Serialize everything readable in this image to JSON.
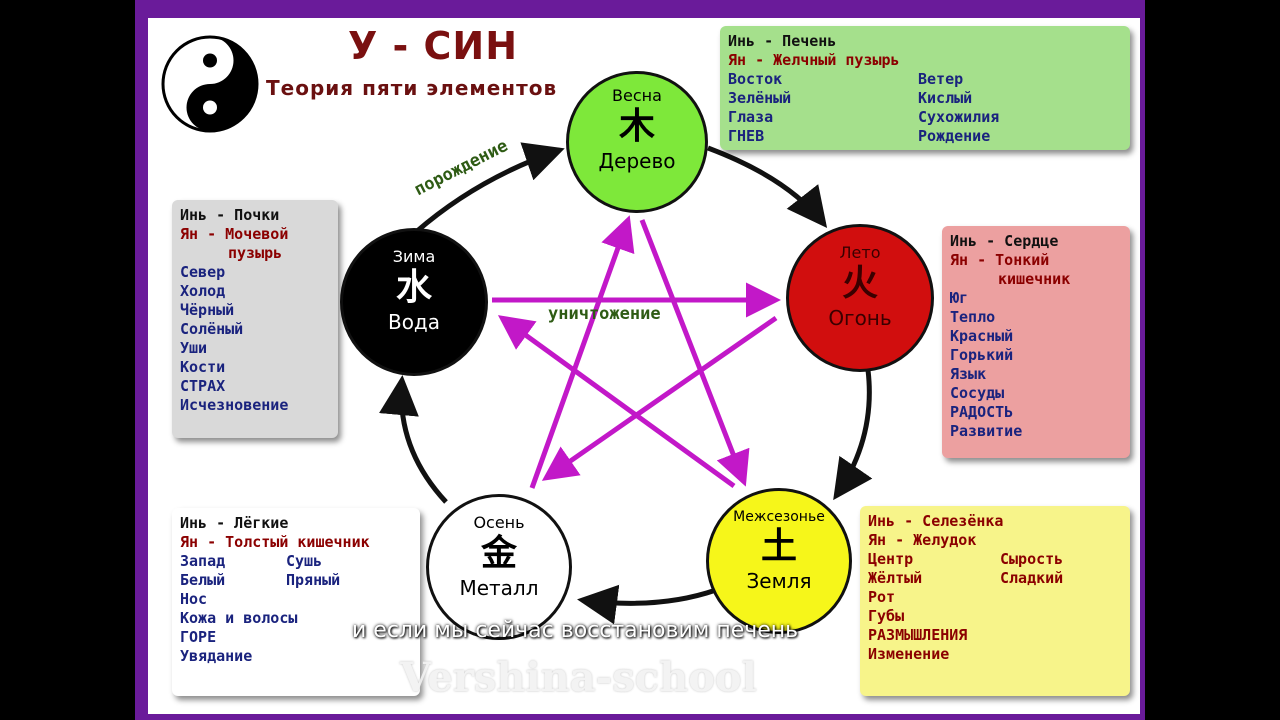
{
  "header": {
    "title": "У - СИН",
    "subtitle": "Теория пяти элементов"
  },
  "cycle_labels": {
    "generation": "порождение",
    "destruction": "уничтожение"
  },
  "elements": {
    "wood": {
      "season": "Весна",
      "glyph": "木",
      "name": "Дерево",
      "color": "#7ee83a"
    },
    "fire": {
      "season": "Лето",
      "glyph": "火",
      "name": "Огонь",
      "color": "#d10e0e"
    },
    "earth": {
      "season": "Межсезонье",
      "glyph": "土",
      "name": "Земля",
      "color": "#f6f61a"
    },
    "metal": {
      "season": "Осень",
      "glyph": "金",
      "name": "Металл",
      "color": "#ffffff"
    },
    "water": {
      "season": "Зима",
      "glyph": "水",
      "name": "Вода",
      "color": "#000000"
    }
  },
  "panels": {
    "wood": {
      "yin": "Инь - Печень",
      "yan": "Ян - Желчный пузырь",
      "left": [
        "Восток",
        "Зелёный",
        "Глаза",
        "ГНЕВ"
      ],
      "right": [
        "Ветер",
        "Кислый",
        "Сухожилия",
        "Рождение"
      ],
      "bg": "#a5e08c"
    },
    "fire": {
      "yin": "Инь - Сердце",
      "yan_line1": "Ян - Тонкий",
      "yan_line2": "кишечник",
      "items": [
        "Юг",
        "Тепло",
        "Красный",
        "Горький",
        "Язык",
        "Сосуды",
        "РАДОСТЬ",
        "Развитие"
      ],
      "bg": "#eca0a0"
    },
    "earth": {
      "yin": "Инь - Селезёнка",
      "yan": "Ян - Желудок",
      "left": [
        "Центр",
        "Жёлтый",
        "Рот",
        "Губы"
      ],
      "right": [
        "Сырость",
        "Сладкий"
      ],
      "items": [
        "РАЗМЫШЛЕНИЯ",
        "Изменение"
      ],
      "bg": "#f7f48a"
    },
    "metal": {
      "yin": "Инь - Лёгкие",
      "yan": "Ян - Толстый кишечник",
      "left": [
        "Запад",
        "Белый"
      ],
      "right": [
        "Сушь",
        "Пряный"
      ],
      "items": [
        "Нос",
        "Кожа и волосы",
        "ГОРЕ",
        "Увядание"
      ],
      "bg": "#ffffff"
    },
    "water": {
      "yin": "Инь - Почки",
      "yan_line1": "Ян - Мочевой",
      "yan_line2": "пузырь",
      "items": [
        "Север",
        "Холод",
        "Чёрный",
        "Солёный",
        "Уши",
        "Кости",
        "СТРАХ",
        "Исчезновение"
      ],
      "bg": "#d9d9d9"
    }
  },
  "caption": "и если мы сейчас восстановим печень",
  "watermark": "Vershina-school",
  "colors": {
    "frame": "#6a1b9a",
    "destruction_arrow": "#c218c8",
    "generation_arrow": "#111111"
  }
}
